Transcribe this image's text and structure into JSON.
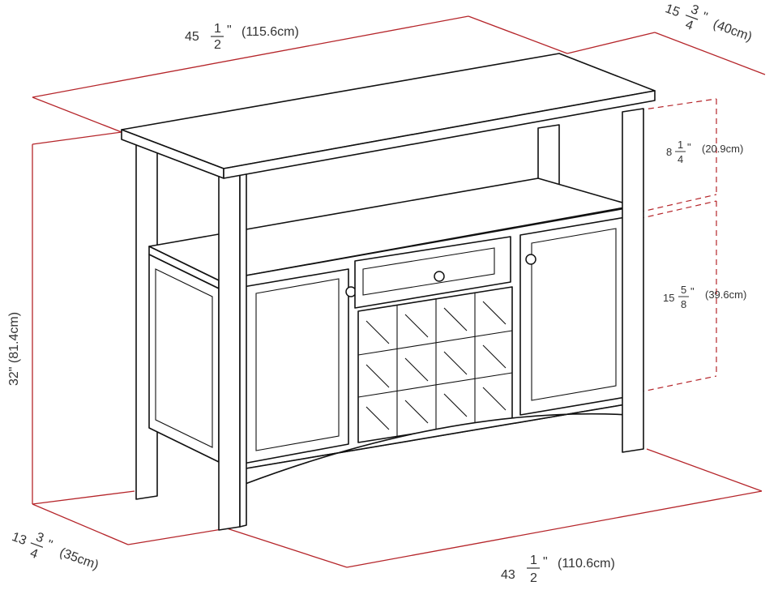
{
  "colors": {
    "dimension_line": "#b5252a",
    "outline": "#111111",
    "label_text": "#333333",
    "background": "#ffffff"
  },
  "dimensions": {
    "top_width": {
      "whole": "45",
      "num": "1",
      "den": "2",
      "inch": "\"",
      "metric": "(115.6cm)"
    },
    "top_depth": {
      "whole": "15",
      "num": "3",
      "den": "4",
      "inch": "\"",
      "metric": "(40cm)"
    },
    "shelf_height": {
      "whole": "8",
      "num": "1",
      "den": "4",
      "inch": "\"",
      "metric": "(20.9cm)"
    },
    "cabinet_height": {
      "whole": "15",
      "num": "5",
      "den": "8",
      "inch": "\"",
      "metric": "(39.6cm)"
    },
    "total_height": {
      "text": "32\" (81.4cm)"
    },
    "base_depth": {
      "whole": "13",
      "num": "3",
      "den": "4",
      "inch": "\"",
      "metric": "(35cm)"
    },
    "base_width": {
      "whole": "43",
      "num": "1",
      "den": "2",
      "inch": "\"",
      "metric": "(110.6cm)"
    }
  }
}
